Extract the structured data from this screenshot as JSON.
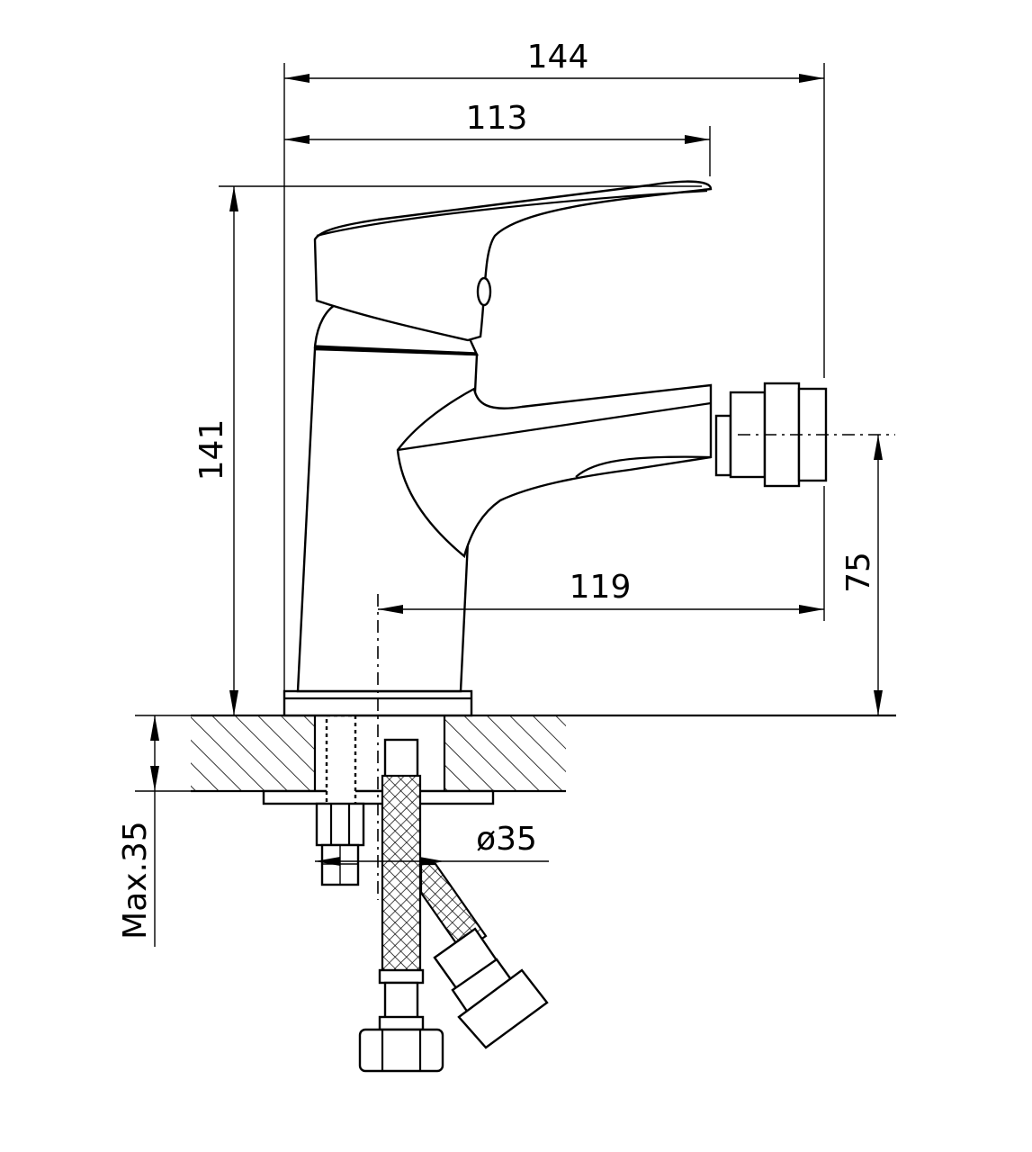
{
  "dimensions": {
    "overall_width": "144",
    "handle_reach": "113",
    "height": "141",
    "spout_reach": "119",
    "outlet_height": "75",
    "hole_diameter": "ø35",
    "max_thickness": "Max.35"
  }
}
